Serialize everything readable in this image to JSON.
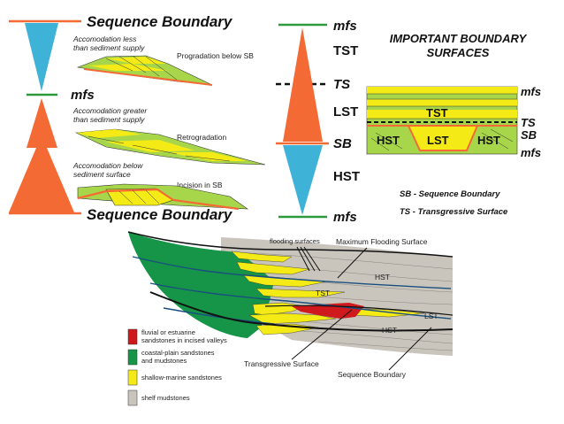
{
  "colors": {
    "orange": "#f46a34",
    "blue": "#3fb3d7",
    "green_line": "#2e9a3e",
    "yellow": "#f3ea16",
    "light_green": "#a8d64a",
    "coastal_green": "#169447",
    "red": "#d0191c",
    "grey": "#c9c5bd",
    "dark_blue": "#1a4f80"
  },
  "left_panel": {
    "top_label": "Sequence Boundary",
    "mfs_label": "mfs",
    "bottom_label": "Sequence Boundary",
    "note1": [
      "Accomodation less",
      "than sediment supply"
    ],
    "note2": [
      "Accomodation greater",
      "than sediment supply"
    ],
    "note3": [
      "Accomodation below",
      "sediment surface"
    ],
    "caption1": "Progradation below SB",
    "caption2": "Retrogradation",
    "caption3": "Incision in SB"
  },
  "middle_column": {
    "labels": [
      "mfs",
      "TST",
      "TS",
      "LST",
      "SB",
      "HST",
      "mfs"
    ]
  },
  "right_panel": {
    "title": [
      "IMPORTANT BOUNDARY",
      "SURFACES"
    ],
    "section_labels": {
      "tst": "TST",
      "hst_left": "HST",
      "lst": "LST",
      "hst_right": "HST"
    },
    "side_labels": [
      "mfs",
      "TS",
      "SB",
      "mfs"
    ],
    "legend": [
      "SB - Sequence Boundary",
      "TS - Transgressive Surface"
    ]
  },
  "bottom_section": {
    "flooding_surfaces": "flooding surfaces",
    "maximum_flooding_surface": "Maximum Flooding Surface",
    "hst_upper": "HST",
    "tst": "TST",
    "lst": "LST",
    "hst_lower": "HST",
    "transgressive_surface": "Transgressive Surface",
    "sequence_boundary": "Sequence Boundary"
  },
  "legend": [
    {
      "key": "red",
      "label": [
        "fluvial or estuarine",
        "sandstones in incised valleys"
      ]
    },
    {
      "key": "coastal_green",
      "label": [
        "coastal-plain sandstones",
        "and mudstones"
      ]
    },
    {
      "key": "yellow",
      "label": [
        "shallow-marine sandstones"
      ]
    },
    {
      "key": "grey",
      "label": [
        "shelf mudstones"
      ]
    }
  ]
}
